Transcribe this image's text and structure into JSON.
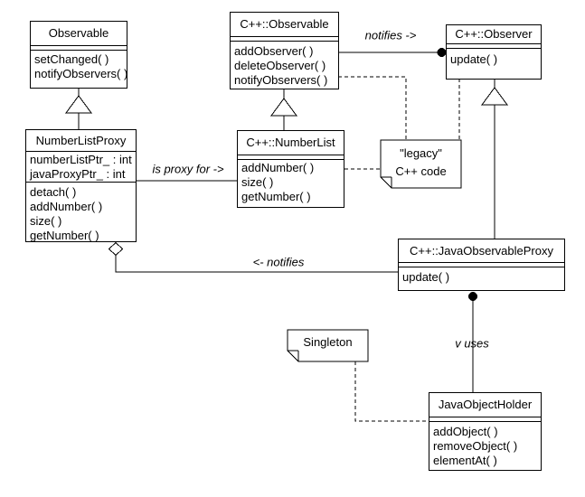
{
  "classes": {
    "observable": {
      "name": "Observable",
      "attributes": [],
      "methods": [
        "setChanged( )",
        "notifyObservers( )"
      ]
    },
    "cpp_observable": {
      "name": "C++::Observable",
      "attributes": [],
      "methods": [
        "addObserver( )",
        "deleteObserver( )",
        "notifyObservers( )"
      ]
    },
    "cpp_observer": {
      "name": "C++::Observer",
      "attributes": [],
      "methods": [
        "update( )"
      ]
    },
    "number_list_proxy": {
      "name": "NumberListProxy",
      "attributes": [
        "numberListPtr_ : int",
        "javaProxyPtr_ : int"
      ],
      "methods": [
        "detach( )",
        "addNumber( )",
        "size( )",
        "getNumber( )"
      ]
    },
    "cpp_number_list": {
      "name": "C++::NumberList",
      "attributes": [],
      "methods": [
        "addNumber( )",
        "size( )",
        "getNumber( )"
      ]
    },
    "cpp_java_observable_proxy": {
      "name": "C++::JavaObservableProxy",
      "attributes": [],
      "methods": [
        "update( )"
      ]
    },
    "java_object_holder": {
      "name": "JavaObjectHolder",
      "attributes": [],
      "methods": [
        "addObject( )",
        "removeObject( )",
        "elementAt( )"
      ]
    }
  },
  "notes": {
    "legacy": {
      "line1": "\"legacy\"",
      "line2": "C++ code"
    },
    "singleton": {
      "text": "Singleton"
    }
  },
  "labels": {
    "notifies_right": "notifies ->",
    "is_proxy_for": "is proxy for ->",
    "notifies_left": "<- notifies",
    "uses": "v uses"
  },
  "relationships": [
    {
      "type": "generalization",
      "from": "NumberListProxy",
      "to": "Observable",
      "label": ""
    },
    {
      "type": "generalization",
      "from": "C++::NumberList",
      "to": "C++::Observable",
      "label": ""
    },
    {
      "type": "generalization",
      "from": "C++::JavaObservableProxy",
      "to": "C++::Observer",
      "label": ""
    },
    {
      "type": "association-circle",
      "from": "C++::Observable",
      "to": "C++::Observer",
      "label": "notifies ->"
    },
    {
      "type": "association",
      "from": "NumberListProxy",
      "to": "C++::NumberList",
      "label": "is proxy for ->"
    },
    {
      "type": "aggregation",
      "from": "NumberListProxy",
      "to": "C++::JavaObservableProxy",
      "label": "<- notifies"
    },
    {
      "type": "association-circle",
      "from": "C++::JavaObservableProxy",
      "to": "JavaObjectHolder",
      "label": "v uses"
    },
    {
      "type": "note-link",
      "from": "legacy note",
      "to": "C++::Observable"
    },
    {
      "type": "note-link",
      "from": "legacy note",
      "to": "C++::Observer"
    },
    {
      "type": "note-link",
      "from": "legacy note",
      "to": "C++::NumberList"
    },
    {
      "type": "note-link",
      "from": "Singleton note",
      "to": "JavaObjectHolder"
    }
  ],
  "colors": {
    "line": "#000000",
    "background": "#ffffff"
  }
}
